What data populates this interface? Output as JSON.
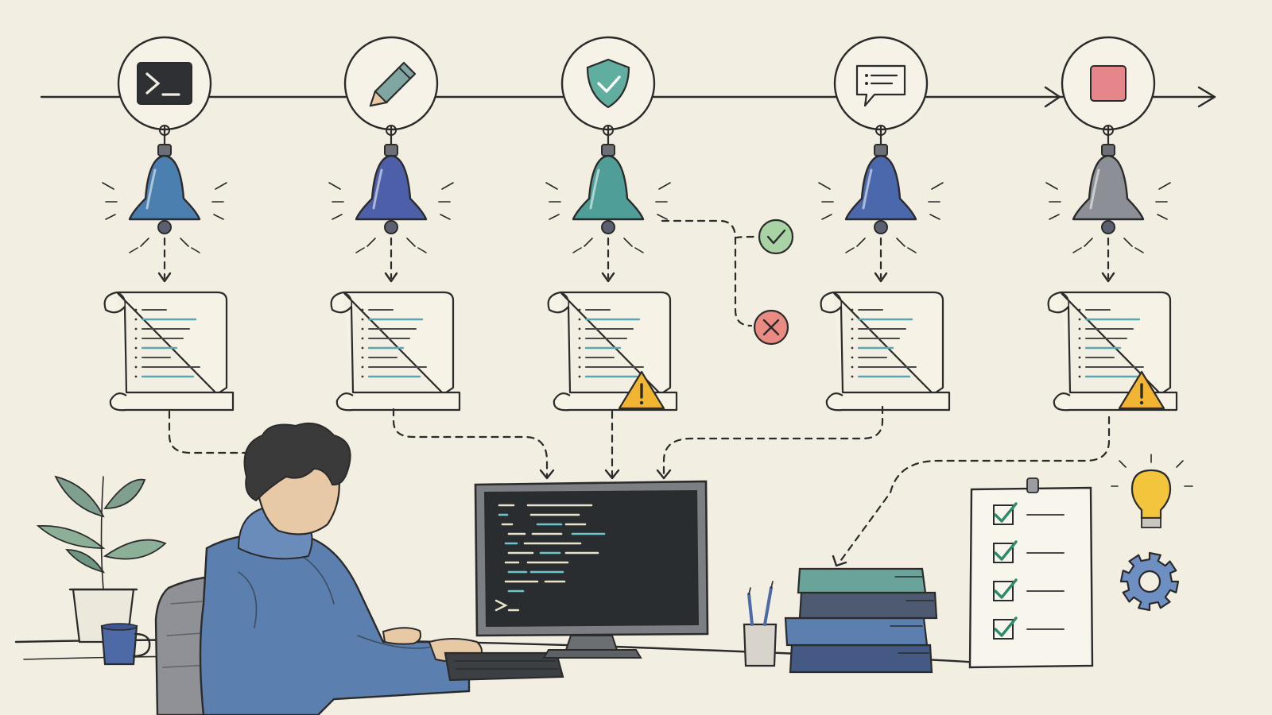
{
  "colors": {
    "background": "#f3eee2",
    "ink": "#2b2b2b",
    "terminal_bg": "#2a2d30",
    "bell_blue": "#4a7fb0",
    "bell_indigo": "#4c5fa8",
    "bell_teal": "#4f9e98",
    "bell_gray": "#8c8f96",
    "shield_teal": "#5fae9f",
    "stop_red": "#e6868a",
    "success_green": "#a9d3a4",
    "error_red": "#e98b82",
    "warning_yellow": "#f1b531",
    "code_teal": "#6cc6cc",
    "code_cream": "#e9e2c8",
    "hoodie_blue": "#5b7fae",
    "check_green": "#2e8a6a",
    "bulb_yellow": "#f2c53d",
    "gear_blue": "#6d8fc2"
  },
  "stages": [
    {
      "icon": "terminal-icon",
      "bell_color": "#4a7fb0",
      "log_warning": false
    },
    {
      "icon": "pencil-icon",
      "bell_color": "#4c5fa8",
      "log_warning": false
    },
    {
      "icon": "shield-check-icon",
      "bell_color": "#4f9e98",
      "log_warning": true
    },
    {
      "icon": "chat-bubble-icon",
      "bell_color": "#4c68ad",
      "log_warning": false
    },
    {
      "icon": "stop-square-icon",
      "bell_color": "#8c8f96",
      "log_warning": true
    }
  ],
  "branch": {
    "outcomes": [
      "success-icon",
      "failure-icon"
    ]
  },
  "checklist": {
    "items": 4
  },
  "scene": {
    "person": "developer-at-desk",
    "props": [
      "plant-icon",
      "mug-icon",
      "monitor-terminal",
      "keyboard",
      "pencil-cup-icon",
      "book-stack",
      "checklist-board",
      "lightbulb-icon",
      "gear-icon"
    ]
  }
}
